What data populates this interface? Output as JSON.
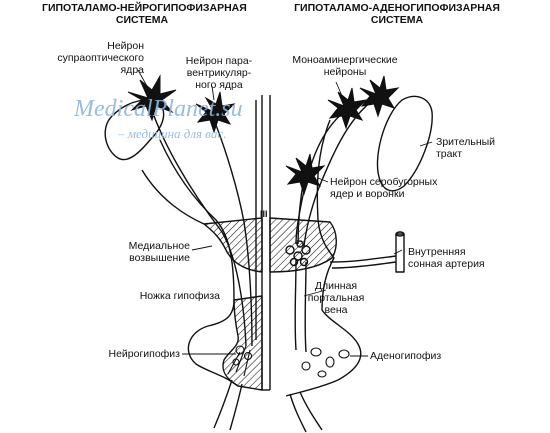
{
  "titles": {
    "left": "ГИПОТАЛАМО-НЕЙРОГИПОФИЗАРНАЯ\nСИСТЕМА",
    "right": "ГИПОТАЛАМО-АДЕНОГИПОФИЗАРНАЯ\nСИСТЕМА"
  },
  "labels": {
    "supraoptic": "Нейрон\nсупраоптического\nядра",
    "paraventricular": "Нейрон пара-\nвентрикуляр-\nного ядра",
    "monoaminergic": "Моноаминергические\nнейроны",
    "optic_tract": "Зрительный\nтракт",
    "tuberal": "Нейрон серобугорных\nядер и воронки",
    "median_eminence": "Медиальное\nвозвышение",
    "internal_carotid": "Внутренняя\nсонная артерия",
    "pituitary_stalk": "Ножка гипофиза",
    "portal_vein": "Длинная\nпортальная\nвена",
    "neurohypophysis": "Нейрогипофиз",
    "adenohypophysis": "Аденогипофиз",
    "ventricle": "III"
  },
  "watermark": {
    "brand": "MedicalPlanet.su",
    "tagline": "– медицина для вас."
  },
  "colors": {
    "ink": "#111111",
    "watermark": "#8fb6dd"
  }
}
